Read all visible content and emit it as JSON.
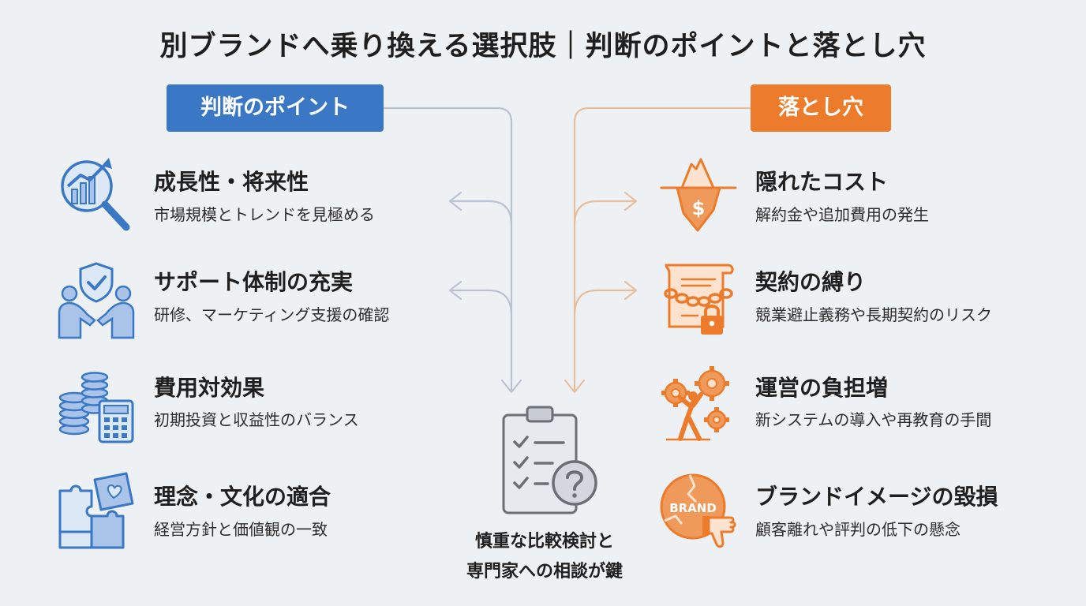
{
  "title": "別ブランドへ乗り換える選択肢｜判断のポイントと落とし穴",
  "left": {
    "tag": "判断のポイント",
    "items": [
      {
        "title": "成長性・将来性",
        "desc": "市場規模とトレンドを見極める",
        "icon": "growth-chart-magnifier-icon"
      },
      {
        "title": "サポート体制の充実",
        "desc": "研修、マーケティング支援の確認",
        "icon": "shield-handshake-icon"
      },
      {
        "title": "費用対効果",
        "desc": "初期投資と収益性のバランス",
        "icon": "coins-calculator-icon"
      },
      {
        "title": "理念・文化の適合",
        "desc": "経営方針と価値観の一致",
        "icon": "puzzle-heart-icon"
      }
    ]
  },
  "right": {
    "tag": "落とし穴",
    "items": [
      {
        "title": "隠れたコスト",
        "desc": "解約金や追加費用の発生",
        "icon": "iceberg-dollar-icon"
      },
      {
        "title": "契約の縛り",
        "desc": "競業避止義務や長期契約のリスク",
        "icon": "contract-chain-lock-icon"
      },
      {
        "title": "運営の負担増",
        "desc": "新システムの導入や再教育の手間",
        "icon": "gears-burden-icon"
      },
      {
        "title": "ブランドイメージの毀損",
        "desc": "顧客離れや評判の低下の懸念",
        "icon": "cracked-brand-thumbsdown-icon"
      }
    ]
  },
  "center": {
    "line1": "慎重な比較検討と",
    "line2": "専門家への相談が鍵",
    "icon": "clipboard-question-icon",
    "icon_text": "BRAND"
  },
  "colors": {
    "blue": "#3a78c6",
    "orange": "#ec7b2b",
    "blue_line": "#b9c3d3",
    "orange_line": "#e7bf9f"
  }
}
